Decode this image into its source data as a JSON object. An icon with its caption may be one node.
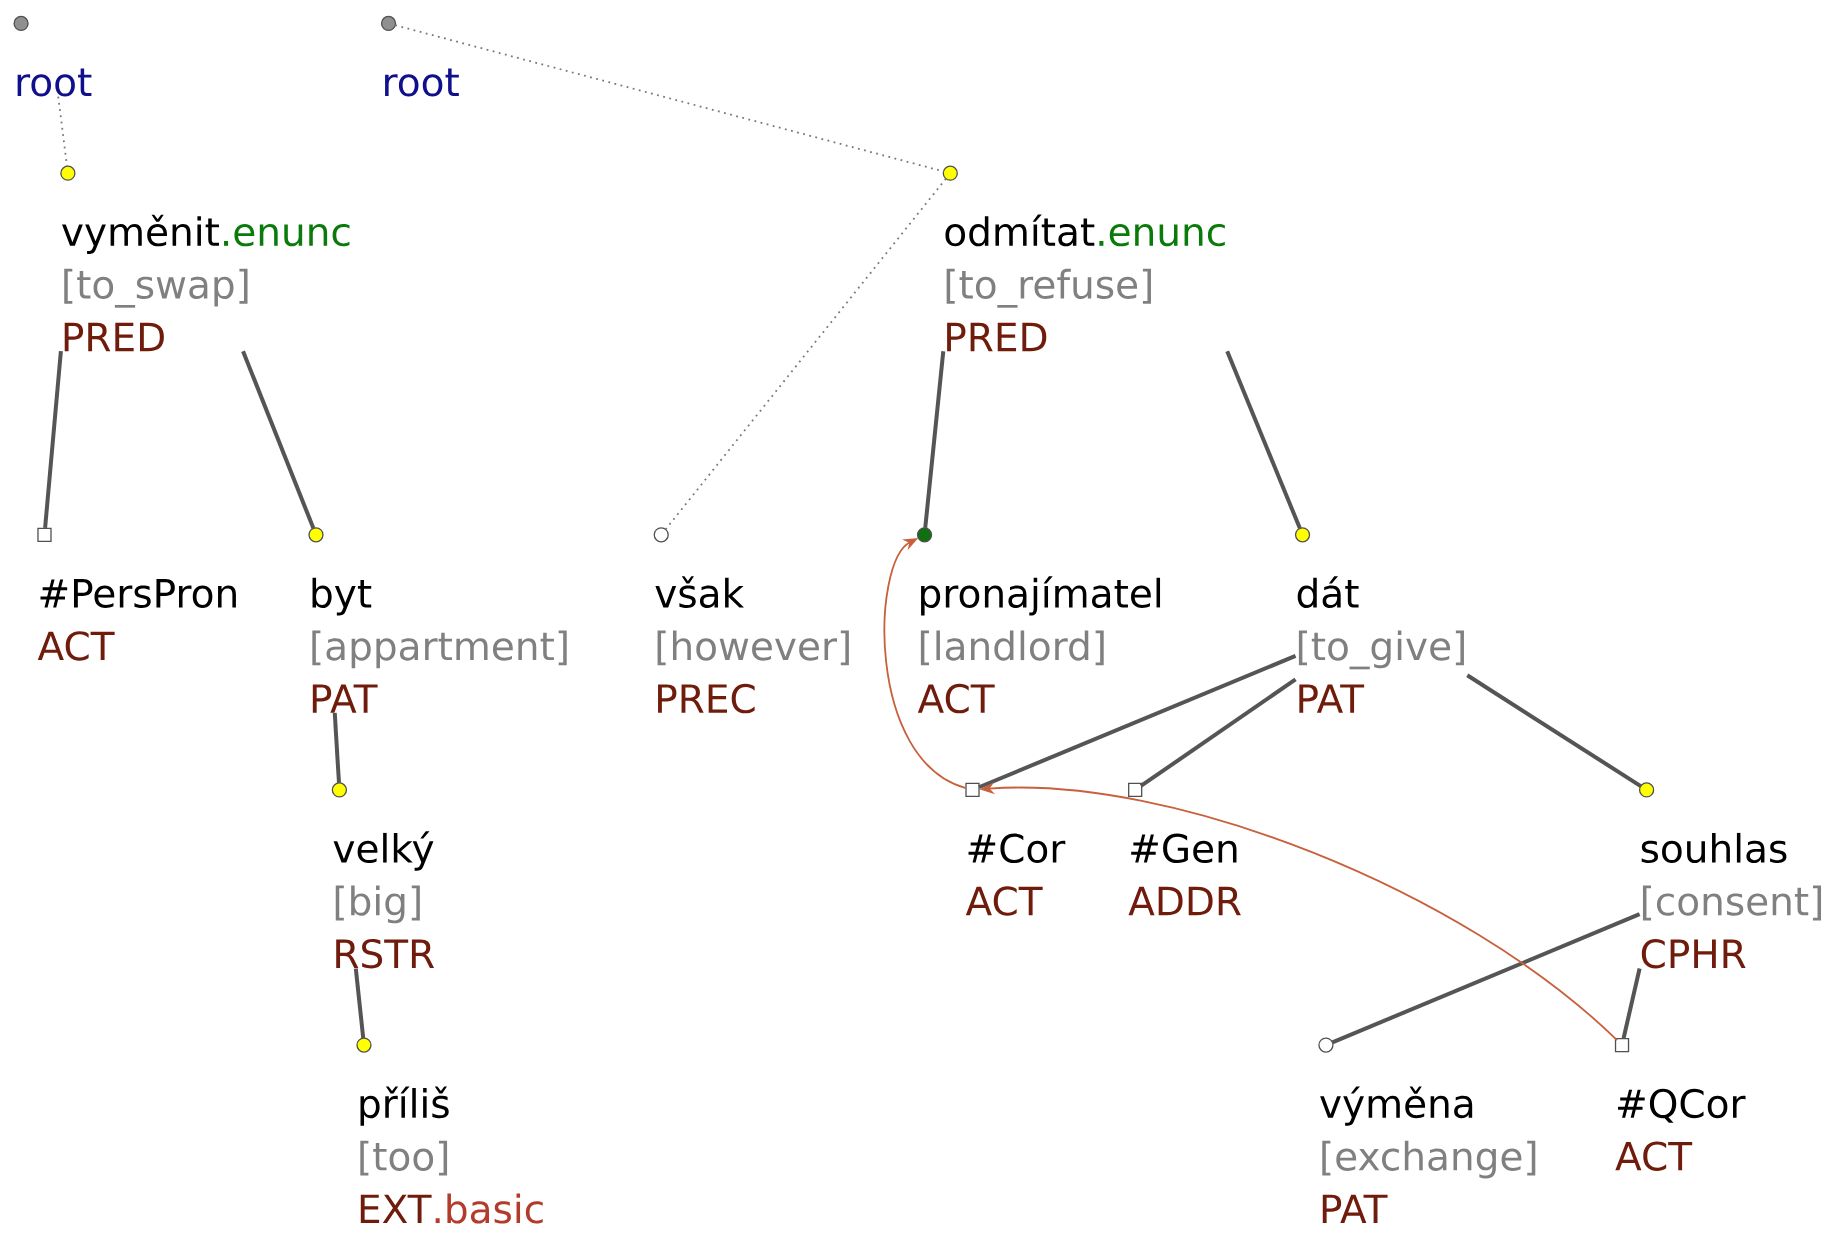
{
  "diagram": {
    "nodes": [
      {
        "text": [
          "root"
        ]
      },
      {
        "text": [
          "root"
        ]
      },
      {
        "text": [
          "vyměnit",
          ".enunc",
          "[to_swap]",
          "PRED"
        ]
      },
      {
        "text": [
          "odmítat",
          ".enunc",
          "[to_refuse]",
          "PRED"
        ]
      },
      {
        "text": [
          "#PersPron",
          "ACT"
        ]
      },
      {
        "text": [
          "byt",
          "[appartment]",
          "PAT"
        ]
      },
      {
        "text": [
          "však",
          "[however]",
          "PREC"
        ]
      },
      {
        "text": [
          "pronajímatel",
          "[landlord]",
          "ACT"
        ]
      },
      {
        "text": [
          "dát",
          "[to_give]",
          "PAT"
        ]
      },
      {
        "text": [
          "velký",
          "[big]",
          "RSTR"
        ]
      },
      {
        "text": [
          "#Cor",
          "ACT"
        ]
      },
      {
        "text": [
          "#Gen",
          "ADDR"
        ]
      },
      {
        "text": [
          "souhlas",
          "[consent]",
          "CPHR"
        ]
      },
      {
        "text": [
          "příliš",
          "[too]",
          "EXT",
          ".basic"
        ]
      },
      {
        "text": [
          "výměna",
          "[exchange]",
          "PAT"
        ]
      },
      {
        "text": [
          "#QCor",
          "ACT"
        ]
      }
    ],
    "edges": [
      {
        "from": 0,
        "to": 2,
        "arrow": "none",
        "style": "dashed"
      },
      {
        "from": 1,
        "to": 3,
        "arrow": "none",
        "style": "dashed"
      },
      {
        "from": 2,
        "to": 4,
        "arrow": "none"
      },
      {
        "from": 2,
        "to": 5,
        "arrow": "none"
      },
      {
        "from": 3,
        "to": 6,
        "arrow": "none",
        "style": "dashed"
      },
      {
        "from": 3,
        "to": 7,
        "arrow": "none"
      },
      {
        "from": 3,
        "to": 8,
        "arrow": "none"
      },
      {
        "from": 5,
        "to": 9,
        "arrow": "none"
      },
      {
        "from": 9,
        "to": 13,
        "arrow": "none"
      },
      {
        "from": 8,
        "to": 10,
        "arrow": "none"
      },
      {
        "from": 8,
        "to": 11,
        "arrow": "none"
      },
      {
        "from": 8,
        "to": 12,
        "arrow": "none"
      },
      {
        "from": 12,
        "to": 14,
        "arrow": "none"
      },
      {
        "from": 12,
        "to": 15,
        "arrow": "none"
      },
      {
        "from": 10,
        "to": 7,
        "arrow": "to",
        "color": "#c8603c"
      },
      {
        "from": 15,
        "to": 10,
        "arrow": "to",
        "color": "#c8603c"
      }
    ]
  }
}
